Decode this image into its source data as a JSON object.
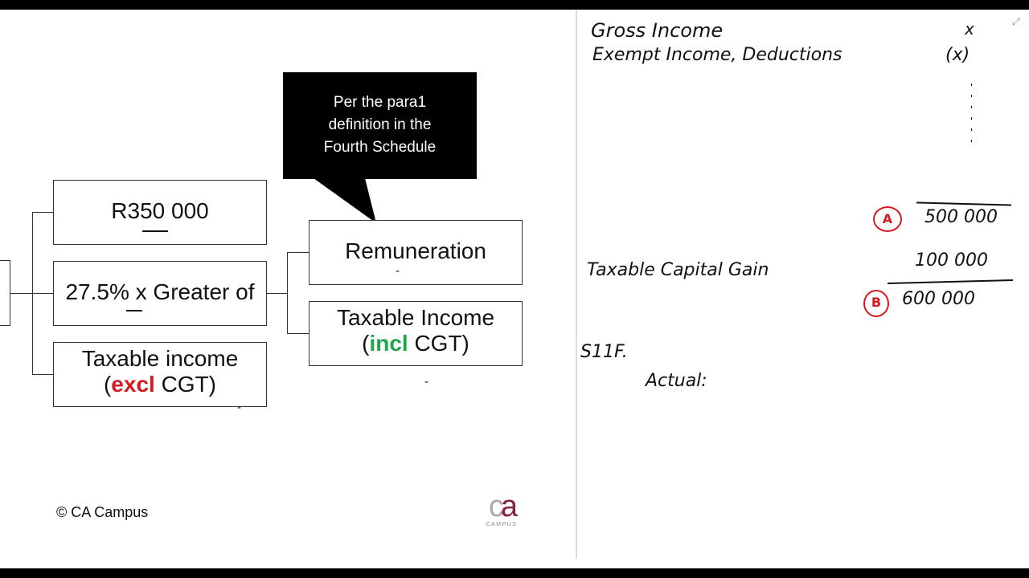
{
  "slide": {
    "callout": {
      "lines": [
        "Per the para1",
        "definition in the",
        "Fourth Schedule"
      ]
    },
    "boxes": {
      "r350": {
        "text": "R350 000"
      },
      "rate": {
        "text": "27.5% x Greater of"
      },
      "taxable_excl": {
        "line1": "Taxable income",
        "paren_open": "(",
        "highlight": "excl",
        "rest": " CGT)"
      },
      "remuneration": {
        "text": "Remuneration"
      },
      "taxable_incl": {
        "line1": "Taxable Income",
        "paren_open": "(",
        "highlight": "incl",
        "rest": " CGT)"
      }
    },
    "marks": {
      "dash": "-"
    },
    "copyright": "© CA Campus",
    "logo": {
      "c": "c",
      "a": "a",
      "sub": "CAMPUS"
    }
  },
  "whiteboard": {
    "line1": "Gross Income",
    "line1_value": "x",
    "line2": "Exempt Income, Deductions",
    "line2_value": "(x)",
    "label_a": "A",
    "value_a": "500 000",
    "tcg_label": "Taxable Capital Gain",
    "tcg_value": "100 000",
    "label_b": "B",
    "value_b": "600 000",
    "s11f": "S11F.",
    "actual": "Actual:"
  },
  "colors": {
    "excl": "#d71920",
    "incl": "#1fa64a",
    "annotation": "#d71920"
  }
}
